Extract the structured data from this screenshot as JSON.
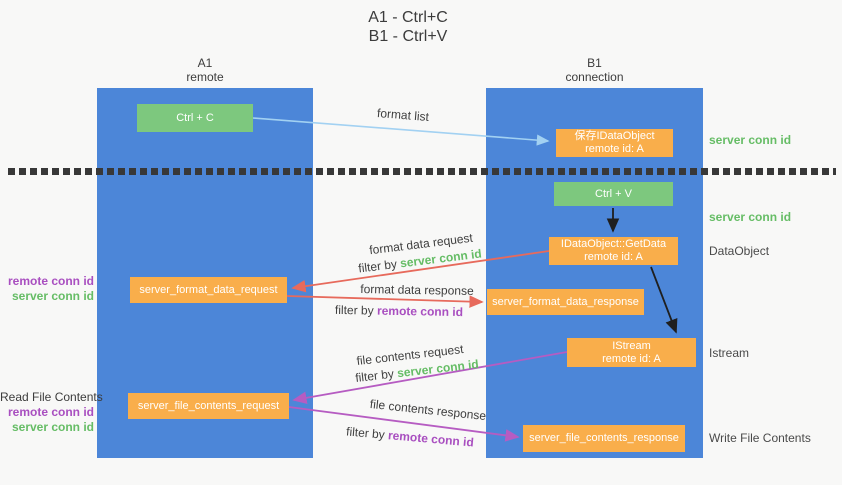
{
  "title": {
    "line1": "A1 - Ctrl+C",
    "line2": "B1 - Ctrl+V"
  },
  "columns": {
    "a1": {
      "name": "A1",
      "role": "remote"
    },
    "b1": {
      "name": "B1",
      "role": "connection"
    }
  },
  "nodes": {
    "ctrl_c": {
      "label": "Ctrl + C"
    },
    "save_idataobject": {
      "line1": "保存IDataObject",
      "line2": "remote id: A"
    },
    "ctrl_v": {
      "label": "Ctrl + V"
    },
    "getdata": {
      "line1": "IDataObject::GetData",
      "line2": "remote id: A"
    },
    "format_request": {
      "label": "server_format_data_request"
    },
    "format_response": {
      "label": "server_format_data_response"
    },
    "istream": {
      "line1": "IStream",
      "line2": "remote id: A"
    },
    "file_request": {
      "label": "server_file_contents_request"
    },
    "file_response": {
      "label": "server_file_contents_response"
    }
  },
  "arrow_labels": {
    "format_list": "format list",
    "format_data_request": "format data request",
    "format_data_response": "format data response",
    "file_contents_request": "file contents request",
    "file_contents_response": "file contents response",
    "filter_by": "filter by",
    "server_conn_id": "server conn id",
    "remote_conn_id": "remote conn id"
  },
  "side_labels": {
    "left_group1": {
      "remote_conn_id": "remote conn id",
      "server_conn_id": "server conn id"
    },
    "left_group2": {
      "title": "Read File Contents",
      "remote_conn_id": "remote conn id",
      "server_conn_id": "server conn id"
    },
    "right_server_conn_id_1": "server conn id",
    "right_server_conn_id_2": "server conn id",
    "right_dataobject": "DataObject",
    "right_istream": "Istream",
    "right_write_file_contents": "Write File Contents"
  },
  "colors": {
    "column_blue": "#4c86d8",
    "node_green": "#7dc87e",
    "node_orange": "#f9ae4b",
    "arrow_red": "#e76a5c",
    "arrow_purple": "#b65cc2",
    "arrow_light_blue": "#a2d1f2",
    "arrow_black": "#1f1f1f",
    "text_green": "#66bd66",
    "text_purple": "#a94fc0",
    "text_dark": "#3f3f3f",
    "background": "#f8f8f7"
  }
}
